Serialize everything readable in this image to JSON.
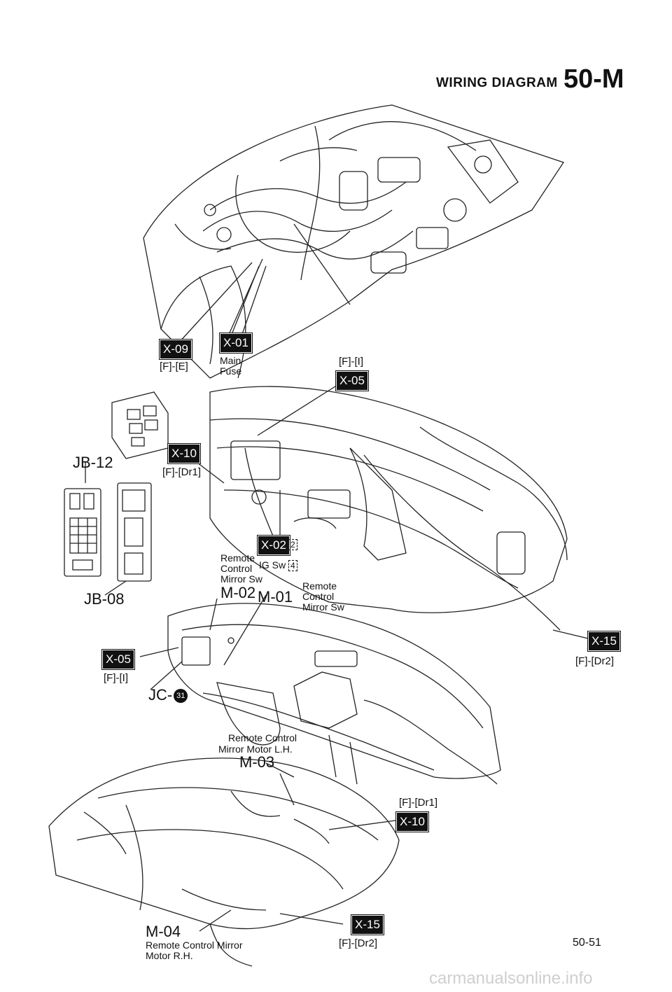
{
  "header": {
    "title": "WIRING DIAGRAM",
    "number": "50-M"
  },
  "callouts": {
    "x09": "X-09",
    "x09_ref": "[F]-[E]",
    "x01": "X-01",
    "x01_label1": "Main",
    "x01_label2": "Fuse",
    "x05_top_ref": "[F]-[I]",
    "x05_top": "X-05",
    "x10_mid": "X-10",
    "x10_mid_ref": "[F]-[Dr1]",
    "jb12": "JB-12",
    "jb08": "JB-08",
    "x02": "X-02",
    "x02_pin2": "2",
    "x02_pin4": "4",
    "ig_sw": "IG Sw",
    "m02_line1": "Remote",
    "m02_line2": "Control",
    "m02_line3": "Mirror Sw",
    "m02": "M-02",
    "m01": "M-01",
    "m01_line1": "Remote",
    "m01_line2": "Control",
    "m01_line3": "Mirror Sw",
    "x15_right": "X-15",
    "x15_right_ref": "[F]-[Dr2]",
    "x05_left": "X-05",
    "x05_left_ref": "[F]-[I]",
    "jc": "JC-",
    "jc_num": "31",
    "m03_line1": "Remote Control",
    "m03_line2": "Mirror Motor L.H.",
    "m03": "M-03",
    "x10_low_ref": "[F]-[Dr1]",
    "x10_low": "X-10",
    "m04": "M-04",
    "m04_line1": "Remote Control Mirror",
    "m04_line2": "Motor R.H.",
    "x15_low": "X-15",
    "x15_low_ref": "[F]-[Dr2]"
  },
  "footer": {
    "page": "50-51"
  },
  "watermark": "carmanualsonline.info"
}
